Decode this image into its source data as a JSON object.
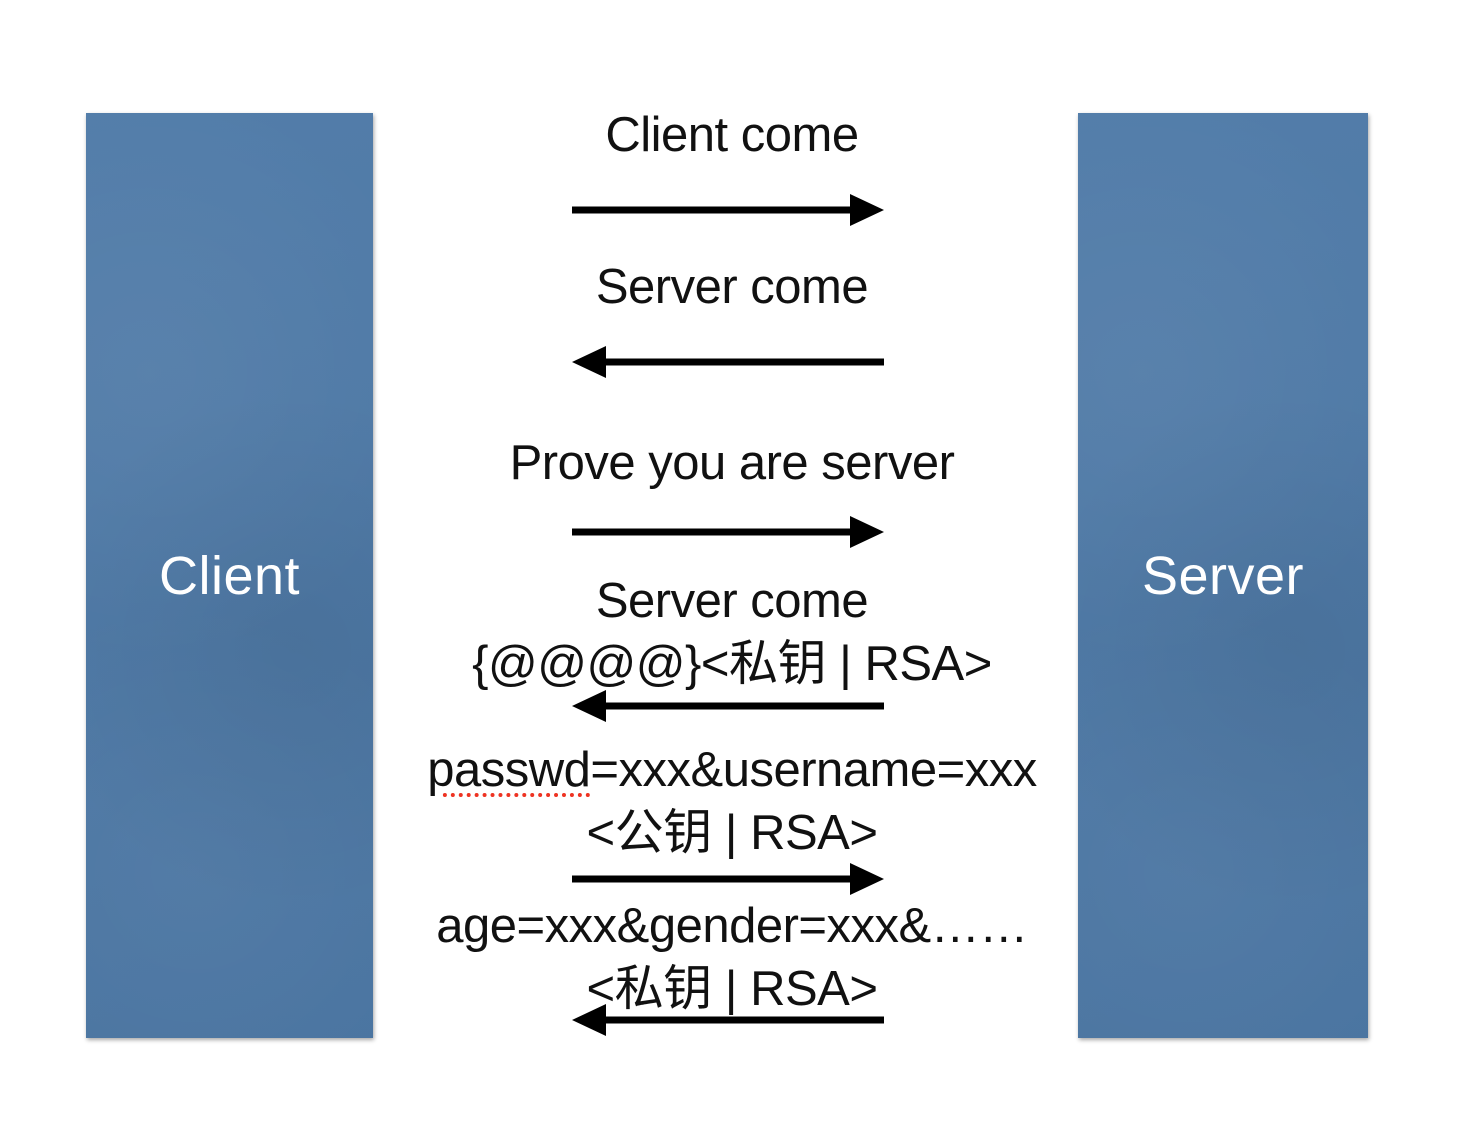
{
  "diagram": {
    "left_actor": {
      "label": "Client"
    },
    "right_actor": {
      "label": "Server"
    },
    "actor_color": "#4d79a7",
    "arrow_color": "#000000",
    "text_color": "#111111",
    "spellcheck_underline_color": "#ee3322",
    "messages": [
      {
        "lines": [
          "Client come"
        ],
        "direction": "right"
      },
      {
        "lines": [
          "Server come"
        ],
        "direction": "left"
      },
      {
        "lines": [
          "Prove you are server"
        ],
        "direction": "right"
      },
      {
        "lines": [
          "Server come",
          "{@@@@}<私钥 | RSA>"
        ],
        "direction": "left"
      },
      {
        "lines": [
          "passwd=xxx&username=xxx",
          "<公钥 | RSA>"
        ],
        "direction": "right",
        "misspelled_word": "passwd"
      },
      {
        "lines": [
          "age=xxx&gender=xxx&……",
          "<私钥 | RSA>"
        ],
        "direction": "left"
      }
    ]
  }
}
